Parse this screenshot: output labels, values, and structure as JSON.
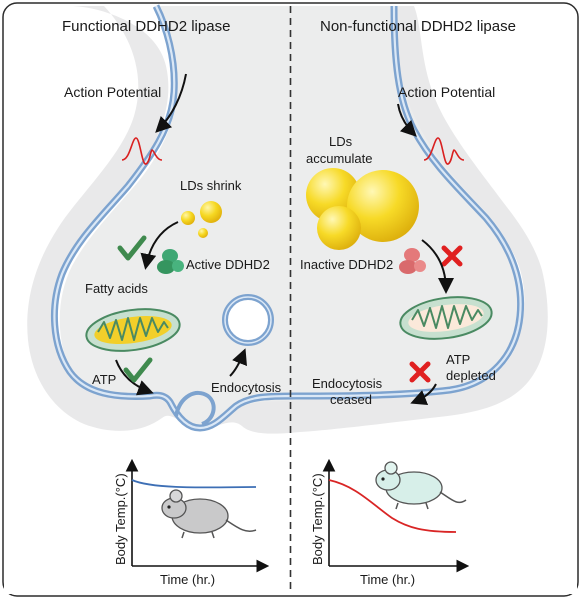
{
  "panels": {
    "left": {
      "title": "Functional DDHD2 lipase",
      "action_potential": "Action Potential",
      "lds_label": "LDs shrink",
      "enzyme_label": "Active DDHD2",
      "fatty_acids": "Fatty acids",
      "atp": "ATP",
      "endocytosis": "Endocytosis",
      "graph": {
        "ylabel": "Body Temp.(°C)",
        "xlabel": "Time (hr.)"
      }
    },
    "right": {
      "title": "Non-functional DDHD2 lipase",
      "action_potential": "Action Potential",
      "lds_label_line1": "LDs",
      "lds_label_line2": "accumulate",
      "enzyme_label": "Inactive DDHD2",
      "atp_line1": "ATP",
      "atp_line2": "depleted",
      "endocytosis_line1": "Endocytosis",
      "endocytosis_line2": "ceased",
      "graph": {
        "ylabel": "Body Temp.(°C)",
        "xlabel": "Time (hr.)"
      }
    }
  },
  "colors": {
    "cytoplasm": "#e9e9ea",
    "membrane": "#7da3cf",
    "membrane_inner": "#dbe8f6",
    "lipid_droplet": "#f3d21f",
    "active_enzyme": "#3fa774",
    "inactive_enzyme": "#e4797a",
    "check": "#3f8a4e",
    "cross": "#e02020",
    "spike": "#d92020",
    "left_curve": "#3d6fb5",
    "right_curve": "#d92525"
  },
  "icons": [
    "checkmark-icon",
    "cross-icon",
    "mouse-icon",
    "action-potential-spike-icon",
    "mitochondrion-icon",
    "vesicle-icon"
  ]
}
